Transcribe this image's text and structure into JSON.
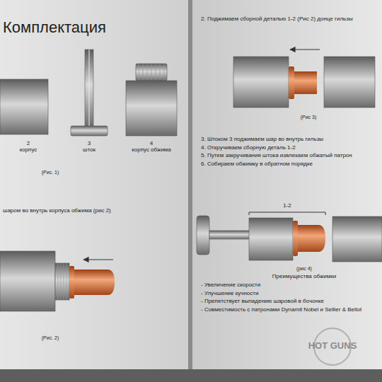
{
  "diagram": {
    "title": "Комплектация",
    "labels": [
      "2",
      "корпус",
      "3",
      "шток",
      "4",
      "корпус обжима",
      "(Рис. 1)",
      "шаром во внутрь корпуса обжима (рис 2)",
      "(Рис. 2)",
      "2. Поджимаем сборной деталью 1-2 (Рис 2) донце гильзы",
      "(Рис 3)",
      "3. Штоком 3 поджимаем шар во внутрь гильзы",
      "4. Откручиваем сборную деталь 1-2",
      "5. Путем закручивания штока извлекаем обжатый патрон",
      "6. Собираем обжимку в обратном порядке",
      "1-2",
      "(рис 4)",
      "Преимущества обжимки",
      "- Увеличение скорости",
      "- Улучшение кучности",
      "- Препятствует выпадению шаровой в бочонке",
      "- Совместимость с патронами Dynamit Nobel и Sellier & Bellot",
      "HOT GUNS"
    ]
  }
}
